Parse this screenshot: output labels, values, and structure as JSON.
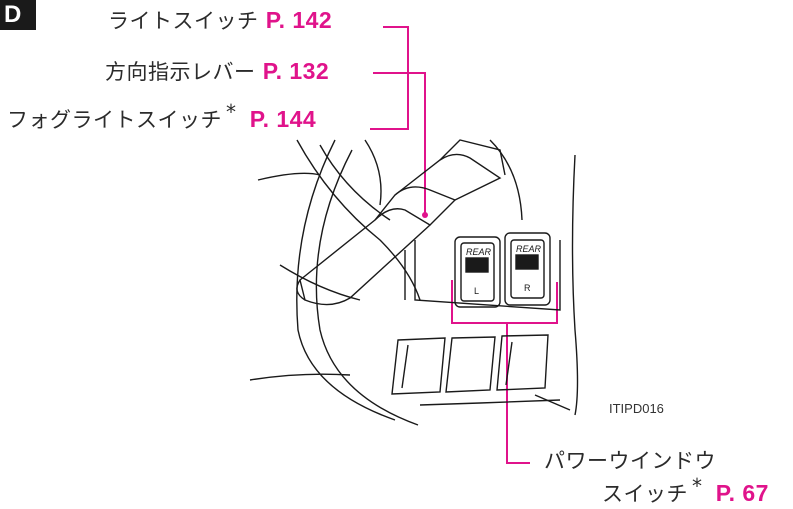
{
  "section_letter": "D",
  "callouts": {
    "light_switch": {
      "label": "ライトスイッチ",
      "page": "P. 142"
    },
    "turn_signal": {
      "label": "方向指示レバー",
      "page": "P. 132"
    },
    "fog_light": {
      "label": "フォグライトスイッチ",
      "star": "*",
      "page": "P. 144"
    },
    "power_window": {
      "label_line1": "パワーウインドウ",
      "label_line2": "スイッチ",
      "star": "*",
      "page": "P. 67"
    }
  },
  "switches": {
    "left": {
      "top_text": "REAR",
      "bottom_text": "L"
    },
    "right": {
      "top_text": "REAR",
      "bottom_text": "R"
    }
  },
  "illustration_code": "ITIPD016",
  "colors": {
    "accent": "#e0138b",
    "ink": "#2b2b2b"
  }
}
